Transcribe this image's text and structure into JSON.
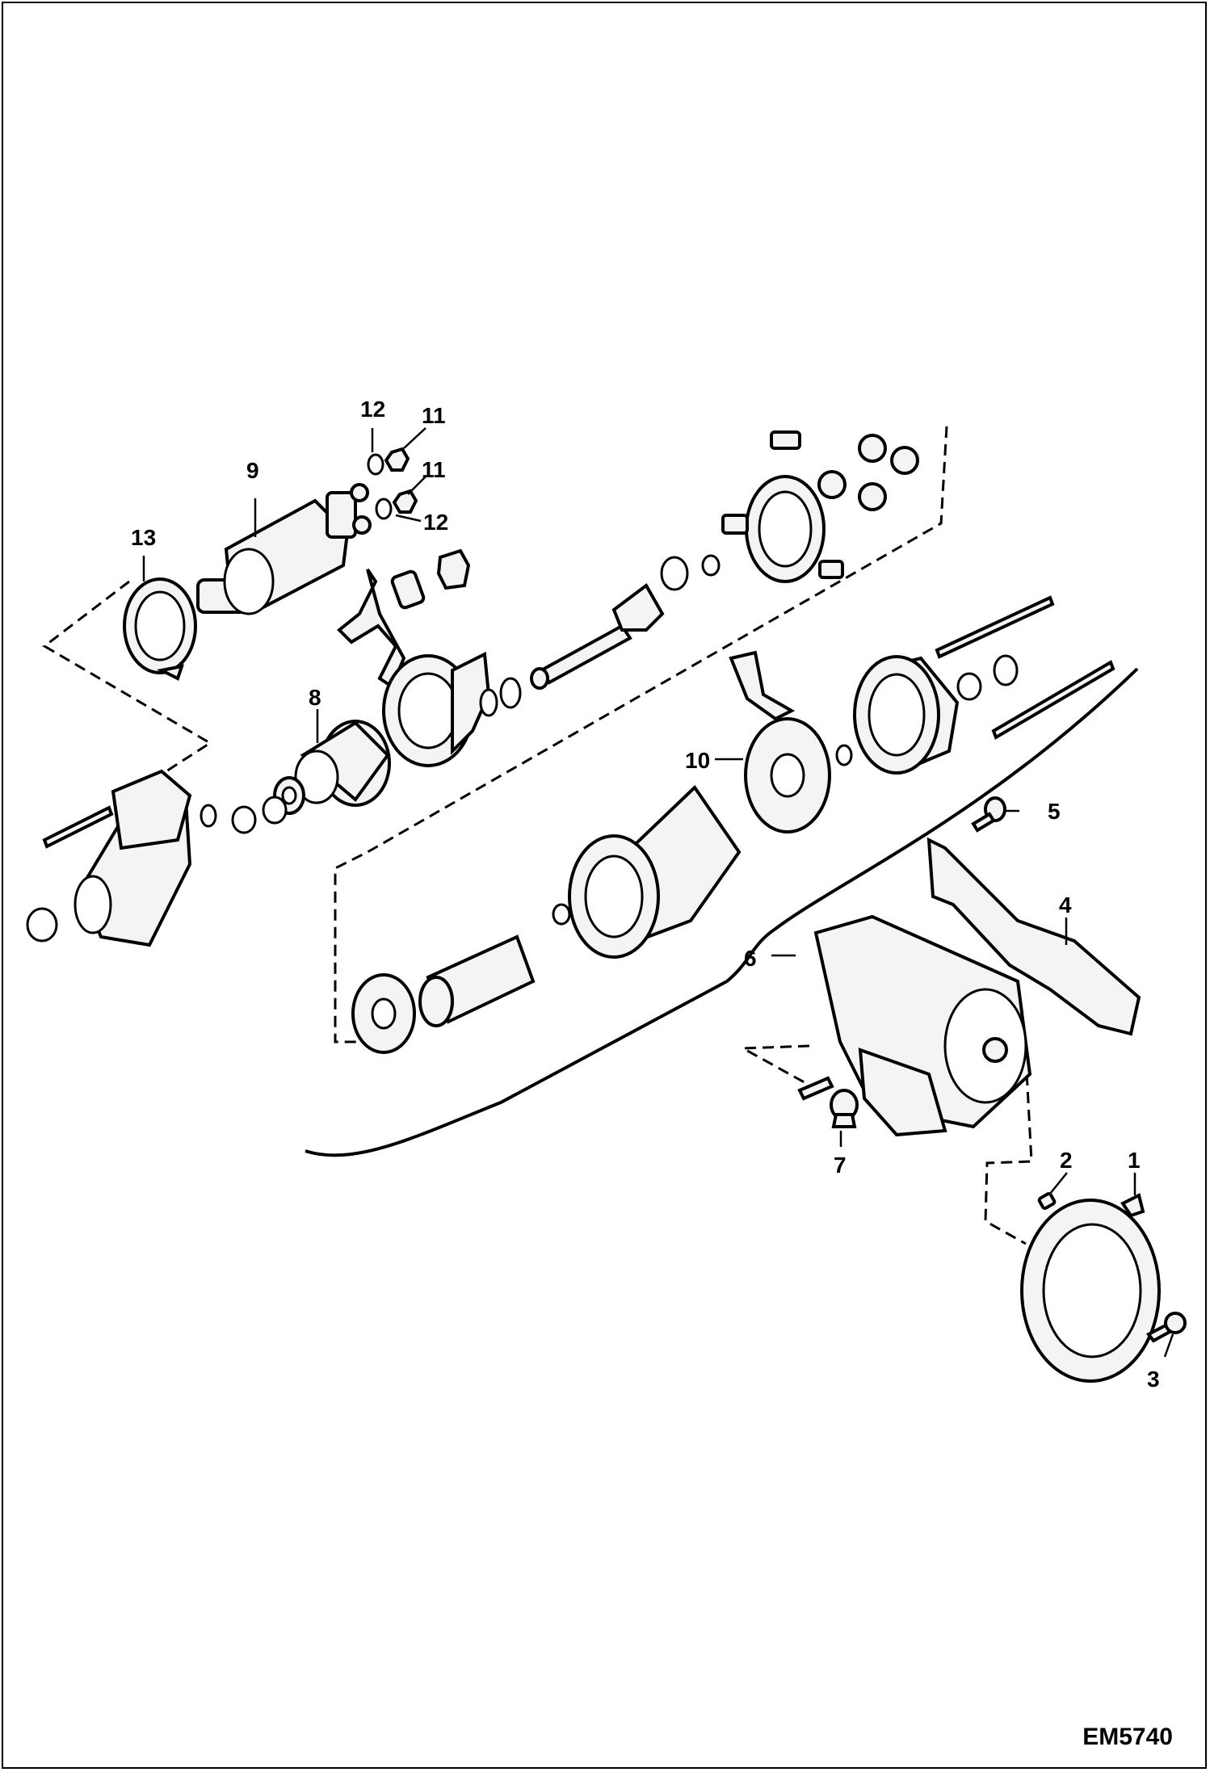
{
  "drawing_code": "EM5740",
  "callouts": [
    {
      "id": "c1",
      "label": "1"
    },
    {
      "id": "c2",
      "label": "2"
    },
    {
      "id": "c3",
      "label": "3"
    },
    {
      "id": "c4",
      "label": "4"
    },
    {
      "id": "c5",
      "label": "5"
    },
    {
      "id": "c6",
      "label": "6"
    },
    {
      "id": "c7",
      "label": "7"
    },
    {
      "id": "c8",
      "label": "8"
    },
    {
      "id": "c9",
      "label": "9"
    },
    {
      "id": "c10",
      "label": "10"
    },
    {
      "id": "c11a",
      "label": "11"
    },
    {
      "id": "c11b",
      "label": "11"
    },
    {
      "id": "c12a",
      "label": "12"
    },
    {
      "id": "c12b",
      "label": "12"
    },
    {
      "id": "c13",
      "label": "13"
    }
  ]
}
